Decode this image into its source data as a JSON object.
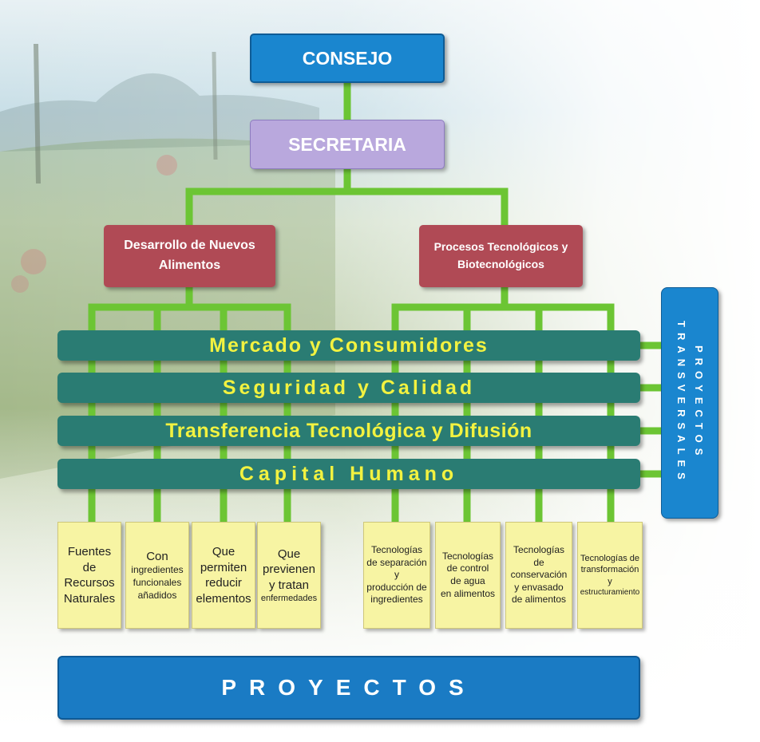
{
  "top": {
    "consejo": "CONSEJO",
    "secretaria": "SECRETARIA"
  },
  "departments": {
    "left": {
      "line1": "Desarrollo de Nuevos",
      "line2": "Alimentos"
    },
    "right": {
      "line1": "Procesos Tecnológicos y",
      "line2": "Biotecnológicos"
    }
  },
  "bands": [
    "Mercado y Consumidores",
    "Seguridad y Calidad",
    "Transferencia Tecnológica y Difusión",
    "Capital Humano"
  ],
  "left_items": [
    [
      "Fuentes",
      "de",
      "Recursos",
      "Naturales"
    ],
    [
      "Con",
      "ingredientes",
      "funcionales",
      "añadidos"
    ],
    [
      "Que",
      "permiten",
      "reducir",
      "elementos"
    ],
    [
      "Que",
      "previenen",
      "y tratan",
      "enfermedades"
    ]
  ],
  "right_items": [
    [
      "Tecnologías",
      "de separación",
      "y",
      "producción de",
      "ingredientes"
    ],
    [
      "Tecnologías",
      "de control",
      "de agua",
      "en alimentos"
    ],
    [
      "Tecnologías de",
      "conservación",
      "y envasado",
      "de alimentos"
    ],
    [
      "Tecnologías de",
      "transformación",
      "y",
      "estructuramiento"
    ]
  ],
  "bottom": "PROYECTOS",
  "side": {
    "line1": "PROYECTOS",
    "line2": "TRANSVERSALES"
  },
  "colors": {
    "connector": "#6cc534",
    "consejo": "#1a86cf",
    "secretaria": "#b9a8dd",
    "department": "#b04a55",
    "band": "#2a7c73",
    "band_text": "#f2f240",
    "item": "#f7f4a3",
    "projects": "#1a7bc4"
  }
}
